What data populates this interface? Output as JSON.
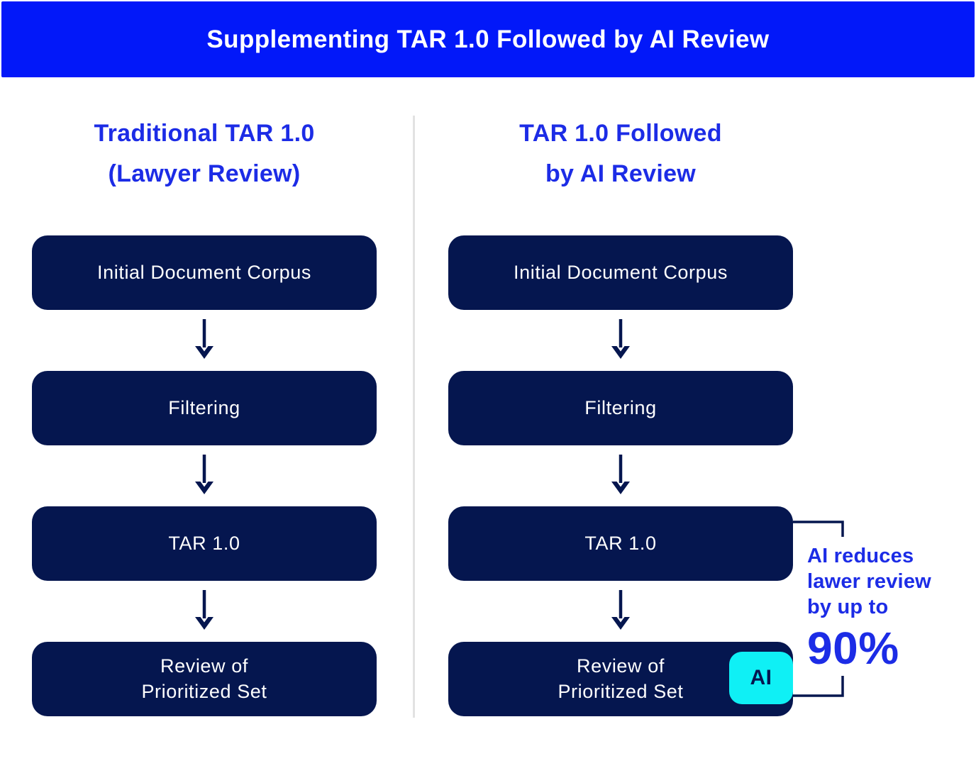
{
  "colors": {
    "band_blue": "#0218f9",
    "accent_blue": "#1c2ce6",
    "navy": "#05164f",
    "cyan": "#0ff0f5",
    "divider_gray": "#e2e2e2",
    "box_text": "#ffffff"
  },
  "header": {
    "title": "Supplementing TAR 1.0 Followed by AI Review"
  },
  "columns": [
    {
      "title": "Traditional TAR 1.0\n(Lawyer Review)",
      "boxes": [
        {
          "label": "Initial Document Corpus"
        },
        {
          "label": "Filtering"
        },
        {
          "label": "TAR 1.0"
        },
        {
          "label": "Review of\nPrioritized Set"
        }
      ]
    },
    {
      "title": "TAR 1.0 Followed\nby AI Review",
      "boxes": [
        {
          "label": "Initial Document Corpus"
        },
        {
          "label": "Filtering"
        },
        {
          "label": "TAR 1.0"
        },
        {
          "label": "Review of\nPrioritized Set"
        }
      ]
    }
  ],
  "ai_badge": {
    "label": "AI"
  },
  "annotation": {
    "text": "AI reduces\nlawer review\nby up to",
    "stat": "90%"
  }
}
